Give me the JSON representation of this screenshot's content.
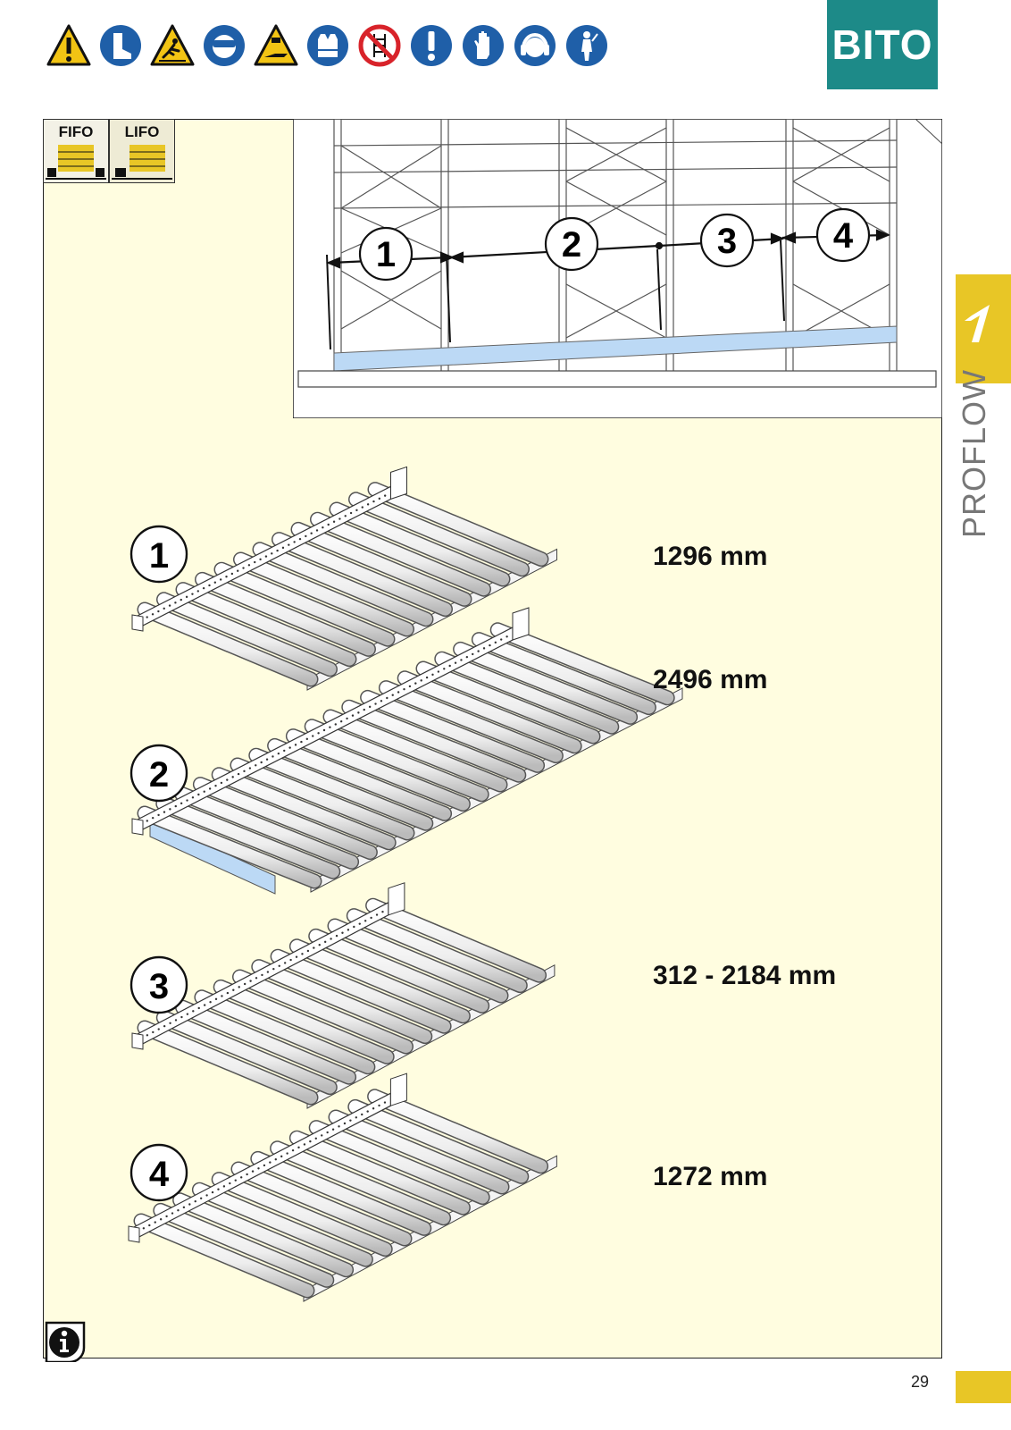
{
  "header": {
    "brand_logo": "BITO",
    "safety_icons": [
      "general-warning-icon",
      "safety-boots-icon",
      "slip-hazard-icon",
      "eye-protection-icon",
      "hand-crush-warning-icon",
      "high-vis-vest-icon",
      "no-climbing-icon",
      "mandatory-instruction-icon",
      "protective-gloves-icon",
      "ear-protection-icon",
      "safety-harness-icon"
    ],
    "colors": {
      "warning": "#f2c414",
      "mandatory": "#1f5fa8",
      "prohibition": "#d8232a",
      "logo": "#1d8a88"
    }
  },
  "badges": {
    "fifo": "FIFO",
    "lifo": "LIFO"
  },
  "overview": {
    "callouts": [
      "1",
      "2",
      "3",
      "4"
    ]
  },
  "modules": [
    {
      "number": "1",
      "dimension": "1296 mm"
    },
    {
      "number": "2",
      "dimension": "2496 mm"
    },
    {
      "number": "3",
      "dimension": "312 - 2184 mm"
    },
    {
      "number": "4",
      "dimension": "1272 mm"
    }
  ],
  "sidebar": {
    "section_label": "PROFLOW",
    "section_number": "1"
  },
  "footer": {
    "page_number": "29",
    "info_icon": "info-icon"
  },
  "colors": {
    "panel_bg": "#fffde0",
    "accent_yellow": "#e8c626",
    "highlight_blue": "#bcd9f5"
  }
}
